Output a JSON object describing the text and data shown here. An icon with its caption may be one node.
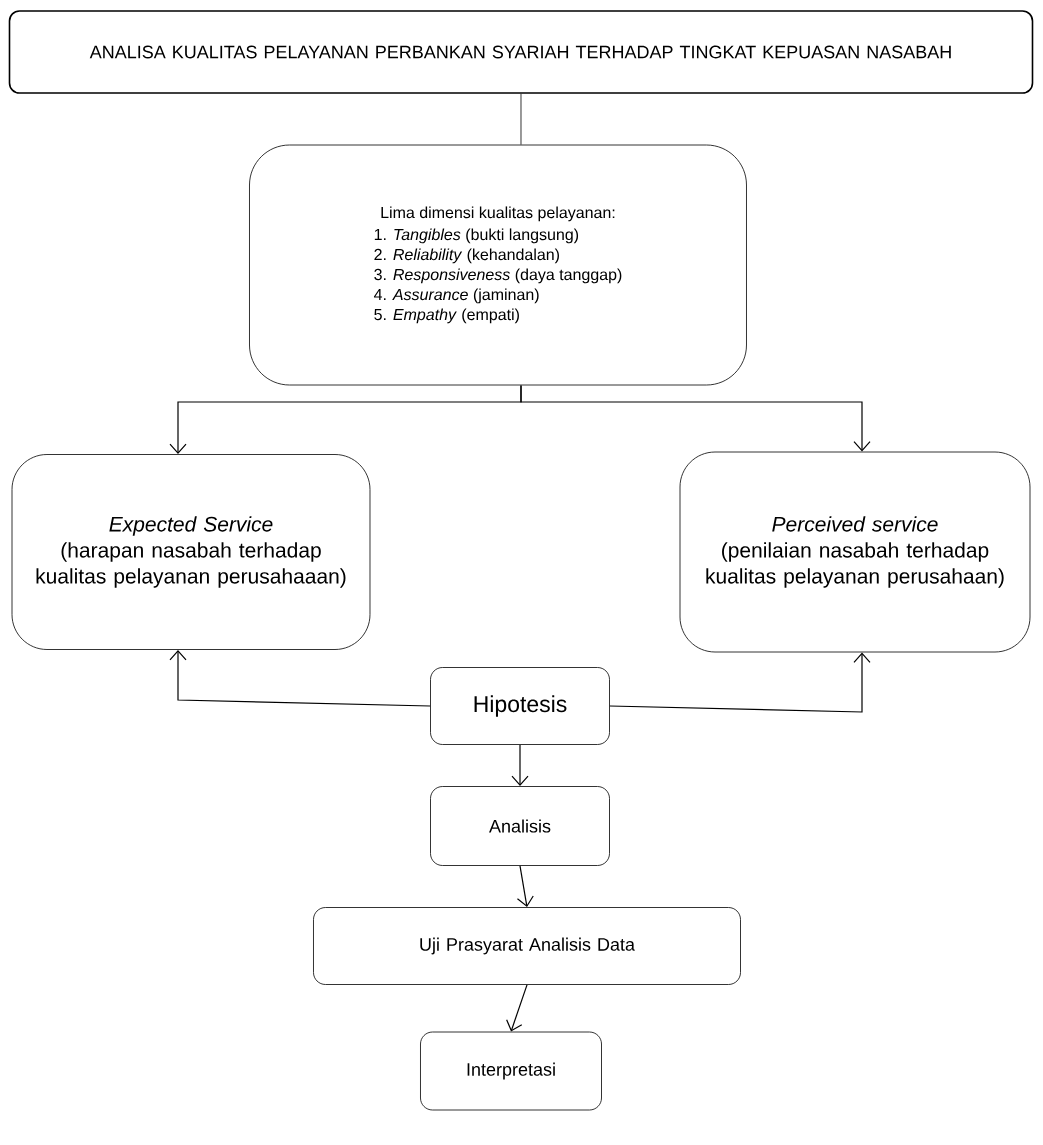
{
  "diagram": {
    "nodes": [
      {
        "text": [
          "ANALISA KUALITAS PELAYANAN PERBANKAN SYARIAH TERHADAP TINGKAT KEPUASAN NASABAH"
        ]
      },
      {
        "text": [
          "Lima dimensi kualitas pelayanan:",
          "1. *Tangibles* (bukti langsung)",
          "2. *Reliability* (kehandalan)",
          "3. *Responsiveness* (daya tanggap)",
          "4. *Assurance* (jaminan)",
          "5. *Empathy* (empati)"
        ]
      },
      {
        "text": [
          "Expected Service",
          "(harapan nasabah terhadap kualitas pelayanan perusahaaan)"
        ]
      },
      {
        "text": [
          "Perceived service",
          "(penilaian nasabah terhadap kualitas pelayanan perusahaan)"
        ]
      },
      {
        "text": [
          "Hipotesis"
        ]
      },
      {
        "text": [
          "Analisis"
        ]
      },
      {
        "text": [
          "Uji Prasyarat Analisis Data"
        ]
      },
      {
        "text": [
          "Interpretasi"
        ]
      }
    ],
    "edges": [
      {
        "from": 0,
        "to": 1,
        "arrow": "none"
      },
      {
        "from": 1,
        "to": 2,
        "arrow": "to"
      },
      {
        "from": 1,
        "to": 3,
        "arrow": "to"
      },
      {
        "from": 4,
        "to": 2,
        "arrow": "to"
      },
      {
        "from": 4,
        "to": 3,
        "arrow": "to"
      },
      {
        "from": 4,
        "to": 5,
        "arrow": "to"
      },
      {
        "from": 5,
        "to": 6,
        "arrow": "to"
      },
      {
        "from": 6,
        "to": 7,
        "arrow": "to"
      }
    ]
  }
}
